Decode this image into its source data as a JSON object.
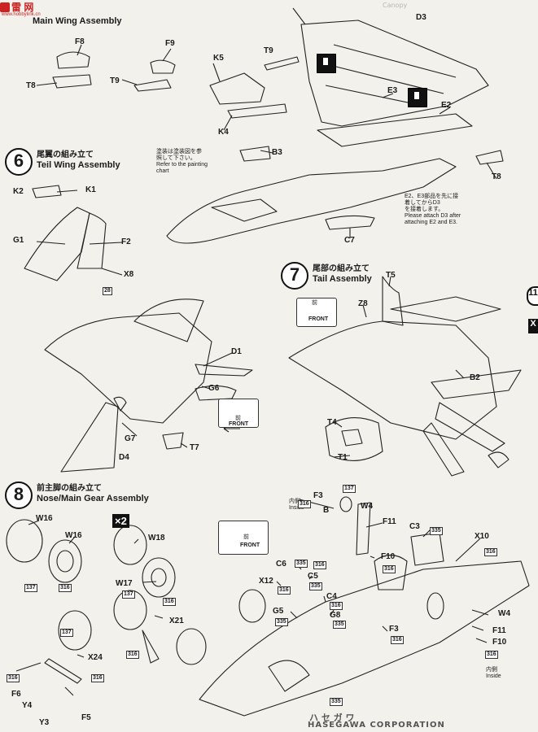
{
  "watermark": {
    "title": "雷 网",
    "subtitle": "www.hobbylink.cn"
  },
  "steps": [
    {
      "num": "",
      "jp": "",
      "en": "Main Wing Assembly"
    },
    {
      "num": "6",
      "jp": "尾翼の組み立て",
      "en": "Teil Wing Assembly"
    },
    {
      "num": "7",
      "jp": "尾部の組み立て",
      "en": "Tail Assembly"
    },
    {
      "num": "8",
      "jp": "前主脚の組み立て",
      "en": "Nose/Main Gear Assembly"
    }
  ],
  "header_fragment": "Canopy",
  "side_tabs": {
    "step11": "11",
    "x": "X"
  },
  "parts": {
    "F8": "F8",
    "T8a": "T8",
    "F9": "F9",
    "T9a": "T9",
    "T9b": "T9",
    "K5": "K5",
    "K4": "K4",
    "D3": "D3",
    "E3": "E3",
    "E2": "E2",
    "B3": "B3",
    "C7": "C7",
    "T8b": "T8",
    "K2": "K2",
    "K1": "K1",
    "G1": "G1",
    "F2": "F2",
    "X8": "X8",
    "D1": "D1",
    "G6": "G6",
    "G7": "G7",
    "D4": "D4",
    "T7": "T7",
    "T5": "T5",
    "Z8": "Z8",
    "B2": "B2",
    "T4": "T4",
    "T1": "T1",
    "W16a": "W16",
    "W16b": "W16",
    "W18": "W18",
    "W17": "W17",
    "X21": "X21",
    "X24": "X24",
    "F6": "F6",
    "F5": "F5",
    "Y4": "Y4",
    "Y3": "Y3",
    "F3a": "F3",
    "W4a": "W4",
    "F11a": "F11",
    "C3": "C3",
    "X10": "X10",
    "F10a": "F10",
    "C6": "C6",
    "C5": "C5",
    "X12": "X12",
    "C4": "C4",
    "G5": "G5",
    "G8": "G8",
    "F3b": "F3",
    "W4b": "W4",
    "F11b": "F11",
    "F10b": "F10",
    "B": "B"
  },
  "paint_codes": [
    "28",
    "137",
    "316",
    "137",
    "316",
    "316",
    "137",
    "316",
    "316",
    "316",
    "137",
    "316",
    "335",
    "316",
    "335",
    "335",
    "316",
    "316",
    "316",
    "335",
    "335",
    "335",
    "316",
    "316"
  ],
  "notes": {
    "painting_jp": "塗装は塗装図を参",
    "painting_jp2": "照して下さい。",
    "painting_en1": "Refer to the painting",
    "painting_en2": "chart",
    "attach_jp1": "E2、E3部品を先に接",
    "attach_jp2": "着してからD3",
    "attach_jp3": "を接着します。",
    "attach_en1": "Please attach D3 after",
    "attach_en2": "attaching E2 and E3.",
    "inside_jp": "内側",
    "inside_en": "Inside",
    "inside2_jp": "内側",
    "inside2_en": "Inside",
    "front_jp": "前",
    "front_en": "FRONT",
    "x2": "×2"
  },
  "footer": {
    "jp": "ハ セ ガ ワ",
    "en": "HASEGAWA CORPORATION"
  }
}
